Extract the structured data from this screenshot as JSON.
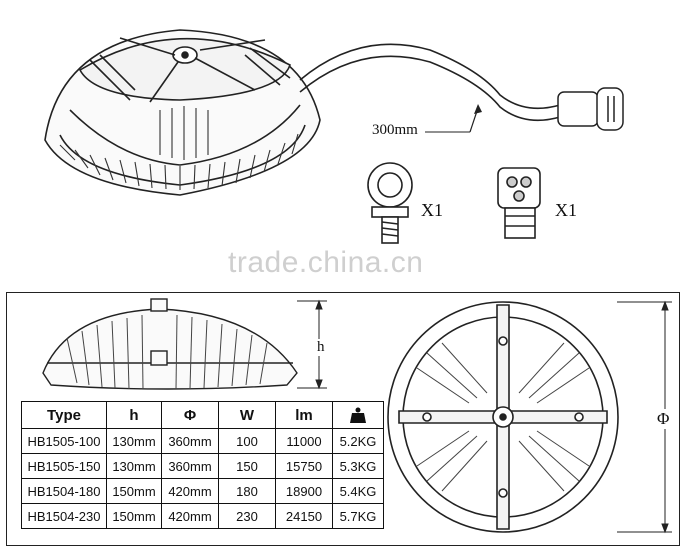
{
  "top": {
    "cable_length_label": "300mm",
    "eyebolt_qty": "X1",
    "connector_qty": "X1",
    "watermark": "trade.china.cn"
  },
  "side_view": {
    "height_label": "h"
  },
  "top_view": {
    "diameter_label": "Φ"
  },
  "table": {
    "headers": [
      "Type",
      "h",
      "Φ",
      "W",
      "lm",
      "weight-icon"
    ],
    "rows": [
      [
        "HB1505-100",
        "130mm",
        "360mm",
        "100",
        "11000",
        "5.2KG"
      ],
      [
        "HB1505-150",
        "130mm",
        "360mm",
        "150",
        "15750",
        "5.3KG"
      ],
      [
        "HB1504-180",
        "150mm",
        "420mm",
        "180",
        "18900",
        "5.4KG"
      ],
      [
        "HB1504-230",
        "150mm",
        "420mm",
        "230",
        "24150",
        "5.7KG"
      ]
    ]
  }
}
